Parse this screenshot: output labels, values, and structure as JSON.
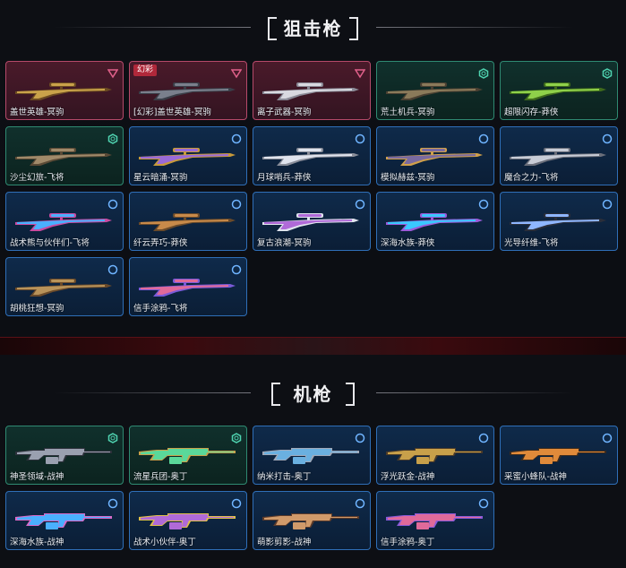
{
  "sniper_section": {
    "title": "狙击枪",
    "cards": [
      {
        "label": "盖世英雄-冥驹",
        "rarity": "red",
        "tag": ""
      },
      {
        "label": "[幻彩]盖世英雄-冥驹",
        "rarity": "red",
        "tag": "幻彩"
      },
      {
        "label": "离子武器-冥驹",
        "rarity": "red",
        "tag": ""
      },
      {
        "label": "荒土机兵-冥驹",
        "rarity": "green",
        "tag": ""
      },
      {
        "label": "超限闪存-莽侠",
        "rarity": "green",
        "tag": ""
      },
      {
        "label": "沙尘幻旅-飞将",
        "rarity": "green",
        "tag": ""
      },
      {
        "label": "星云暗涌-冥驹",
        "rarity": "blue",
        "tag": ""
      },
      {
        "label": "月球哨兵-莽侠",
        "rarity": "blue",
        "tag": ""
      },
      {
        "label": "模拟赫兹-冥驹",
        "rarity": "blue",
        "tag": ""
      },
      {
        "label": "魔合之力-飞将",
        "rarity": "blue",
        "tag": ""
      },
      {
        "label": "战术熊与伙伴们-飞将",
        "rarity": "blue",
        "tag": ""
      },
      {
        "label": "纤云弄巧-莽侠",
        "rarity": "blue",
        "tag": ""
      },
      {
        "label": "复古浪潮-冥驹",
        "rarity": "blue",
        "tag": ""
      },
      {
        "label": "深海水族-莽侠",
        "rarity": "blue",
        "tag": ""
      },
      {
        "label": "光导纤维-飞将",
        "rarity": "blue",
        "tag": ""
      },
      {
        "label": "胡桃狂想-冥驹",
        "rarity": "blue",
        "tag": ""
      },
      {
        "label": "信手涂鸦-飞将",
        "rarity": "blue",
        "tag": ""
      }
    ]
  },
  "mg_section": {
    "title": "机枪",
    "cards": [
      {
        "label": "神圣领域-战神",
        "rarity": "green",
        "tag": ""
      },
      {
        "label": "流星兵团-奥丁",
        "rarity": "green",
        "tag": ""
      },
      {
        "label": "纳米打击-奥丁",
        "rarity": "blue",
        "tag": ""
      },
      {
        "label": "浮光跃金-战神",
        "rarity": "blue",
        "tag": ""
      },
      {
        "label": "采蜜小蜂队-战神",
        "rarity": "blue",
        "tag": ""
      },
      {
        "label": "深海水族-战神",
        "rarity": "blue",
        "tag": ""
      },
      {
        "label": "战术小伙伴-奥丁",
        "rarity": "blue",
        "tag": ""
      },
      {
        "label": "萌影剪影-战神",
        "rarity": "blue",
        "tag": ""
      },
      {
        "label": "信手涂鸦-奥丁",
        "rarity": "blue",
        "tag": ""
      }
    ]
  },
  "colors": {
    "red_rank": "#e0608a",
    "green_rank": "#4fd3b0",
    "blue_rank": "#6fb4ff",
    "tag_bg": "#b0283a"
  },
  "icons": {
    "red": "triangle-rank-icon",
    "green": "hexagon-rank-icon",
    "blue": "circle-rank-icon"
  }
}
